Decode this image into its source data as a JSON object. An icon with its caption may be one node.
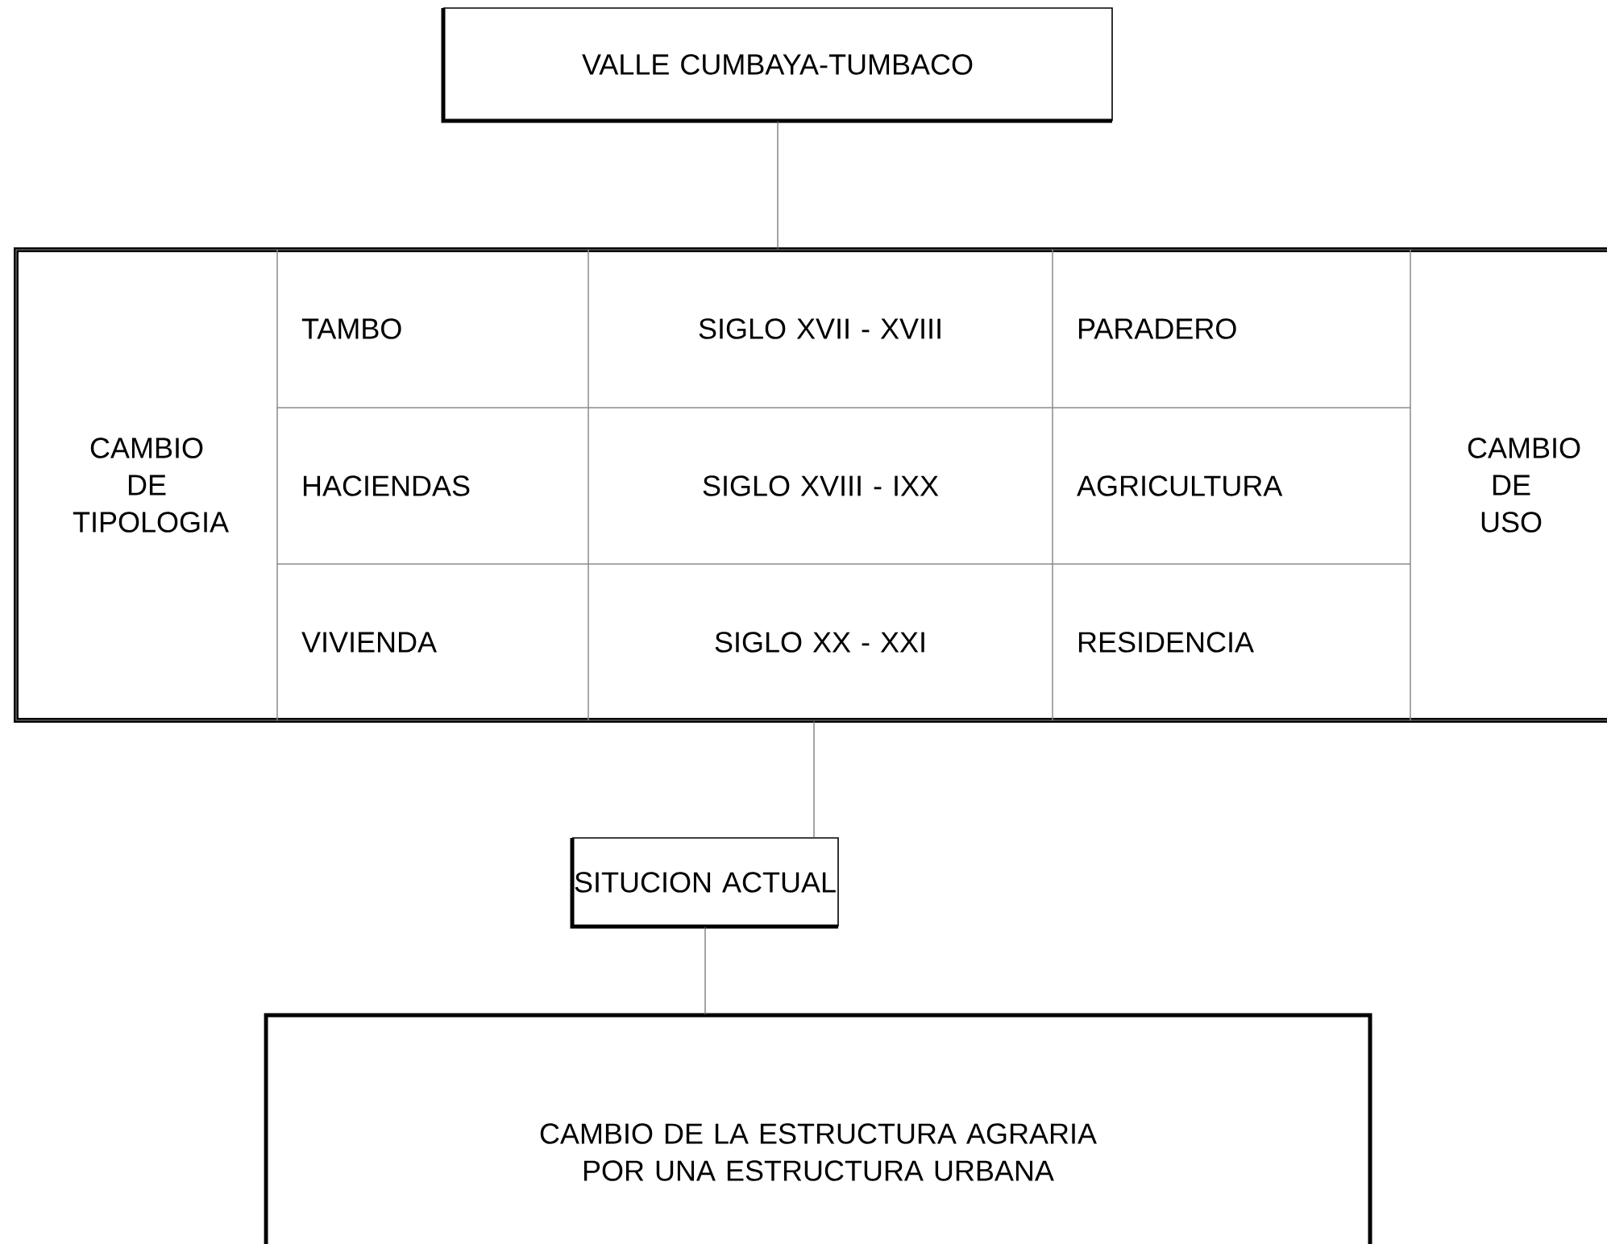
{
  "diagram": {
    "nodes": [
      {
        "text": [
          "VALLE CUMBAYA-TUMBACO"
        ]
      },
      {
        "text": [],
        "shape": "box"
      },
      {
        "text": [
          "CAMBIO DE TIPOLOGIA"
        ],
        "in": 1
      },
      {
        "text": [
          "TAMBO"
        ],
        "in": 1
      },
      {
        "text": [
          "SIGLO XVII - XVIII"
        ],
        "in": 1
      },
      {
        "text": [
          "PARADERO"
        ],
        "in": 1
      },
      {
        "text": [
          "CAMBIO DE USO"
        ],
        "in": 1
      },
      {
        "text": [
          "HACIENDAS"
        ],
        "in": 1
      },
      {
        "text": [
          "SIGLO XVIII - IXX"
        ],
        "in": 1
      },
      {
        "text": [
          "AGRICULTURA"
        ],
        "in": 1
      },
      {
        "text": [
          "VIVIENDA"
        ],
        "in": 1
      },
      {
        "text": [
          "SIGLO XX - XXI"
        ],
        "in": 1
      },
      {
        "text": [
          "RESIDENCIA"
        ],
        "in": 1
      },
      {
        "text": [
          "SITUCION ACTUAL"
        ]
      },
      {
        "text": [
          "CAMBIO DE LA ESTRUCTURA AGRARIA POR UNA ESTRUCTURA URBANA"
        ]
      }
    ],
    "edges": [
      {
        "from": 0,
        "to": 1,
        "arrow": "none"
      },
      {
        "from": 1,
        "to": 13,
        "arrow": "none"
      },
      {
        "from": 13,
        "to": 14,
        "arrow": "none"
      }
    ]
  }
}
